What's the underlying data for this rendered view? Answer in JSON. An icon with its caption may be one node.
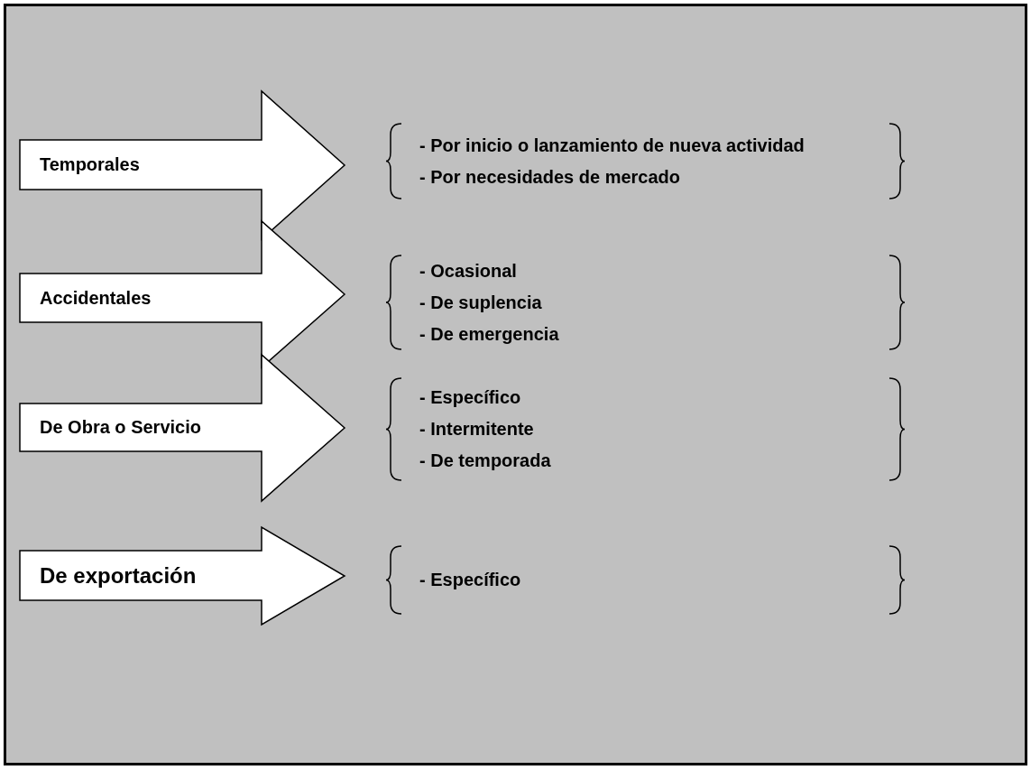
{
  "diagram": {
    "nodes": [
      {
        "text": [
          "Temporales"
        ]
      },
      {
        "text": [
          "- Por inicio o lanzamiento de nueva actividad",
          "- Por necesidades de mercado"
        ]
      },
      {
        "text": [
          "Accidentales"
        ]
      },
      {
        "text": [
          "- Ocasional",
          "- De suplencia",
          "- De emergencia"
        ]
      },
      {
        "text": [
          "De Obra o Servicio"
        ]
      },
      {
        "text": [
          "- Específico",
          "- Intermitente",
          "- De temporada"
        ]
      },
      {
        "text": [
          "De exportación"
        ]
      },
      {
        "text": [
          "- Específico"
        ]
      }
    ]
  }
}
